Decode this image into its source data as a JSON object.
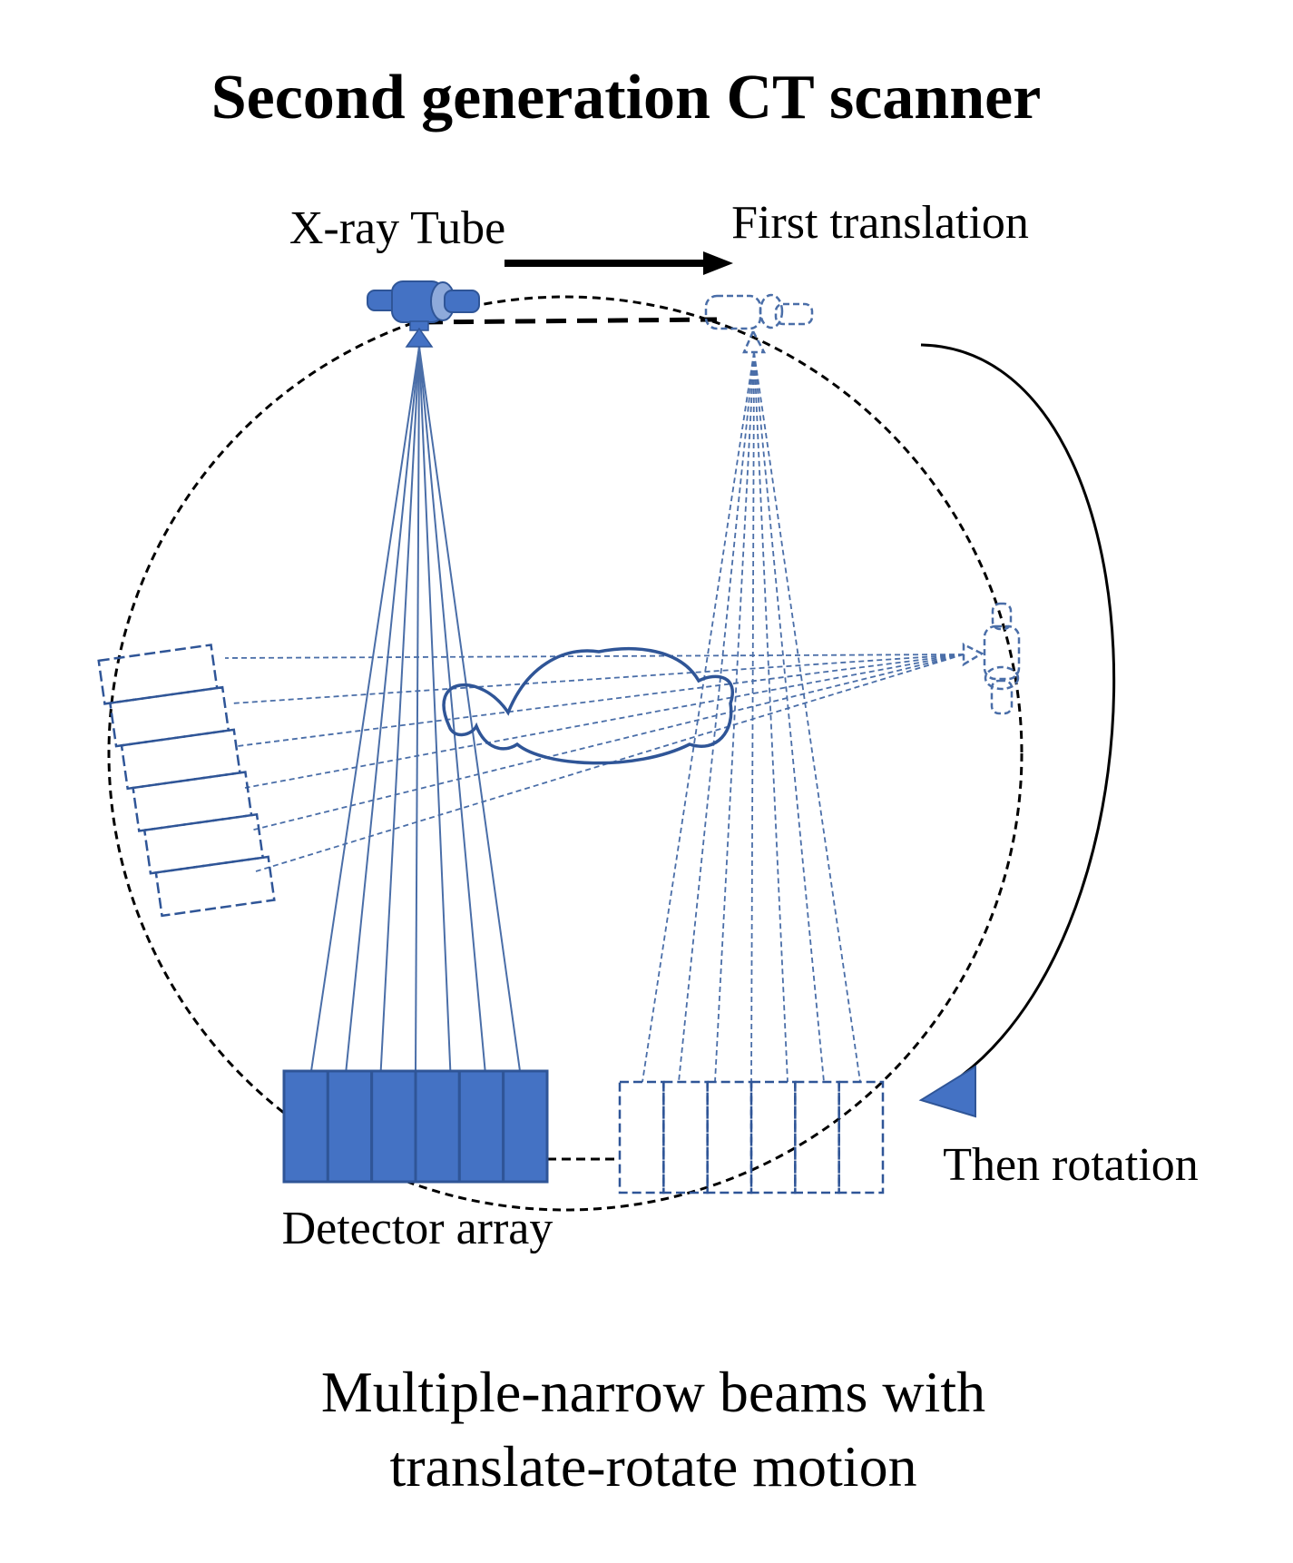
{
  "title": "Second generation CT scanner",
  "labels": {
    "xray_tube": "X-ray Tube",
    "first_translation": "First translation",
    "then_rotation": "Then rotation",
    "detector_array": "Detector array"
  },
  "caption": {
    "line1": "Multiple-narrow beams with",
    "line2": "translate-rotate motion"
  },
  "colors": {
    "component_blue": "#4472c4",
    "outline_blue": "#2f5597",
    "beam_blue": "#4a6ea8",
    "text": "#000000"
  }
}
